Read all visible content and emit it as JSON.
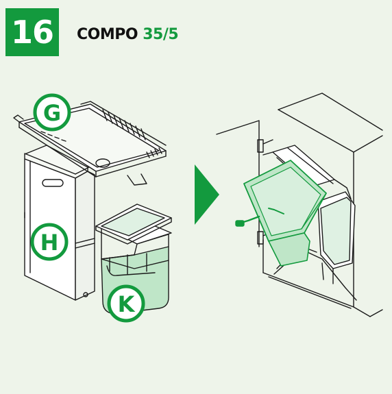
{
  "header": {
    "step_number": "16",
    "title_main": "COMPO",
    "title_model": "35/5"
  },
  "labels": {
    "g": "G",
    "h": "H",
    "k": "K"
  },
  "colors": {
    "background": "#eef4ea",
    "accent": "#139a3e",
    "accent_fill": "#bfe6c8",
    "line": "#1a1a1a"
  },
  "icons": [
    "arrow-right-icon"
  ]
}
